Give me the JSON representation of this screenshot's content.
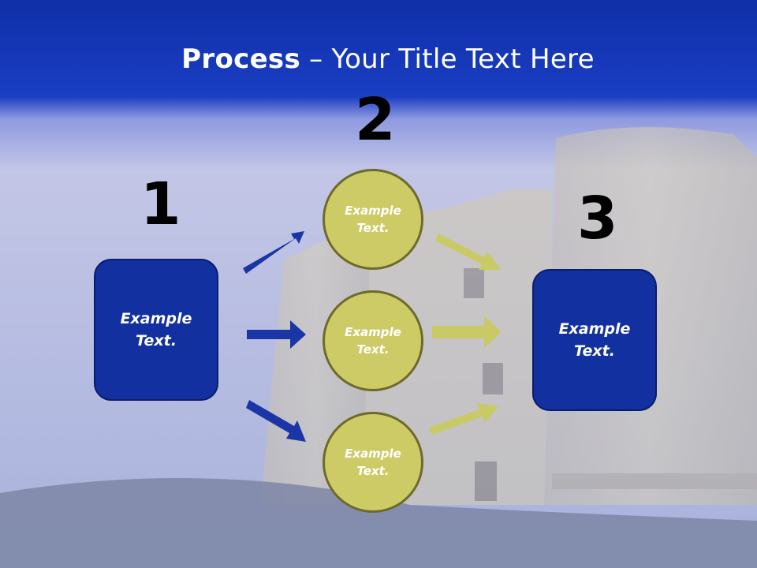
{
  "slide": {
    "title_bold": "Process",
    "title_rest": " – Your Title Text Here",
    "steps": [
      "1",
      "2",
      "3"
    ],
    "left_box_text": "Example\nText.",
    "right_box_text": "Example\nText.",
    "circles": [
      "Example\nText.",
      "Example\nText.",
      "Example\nText."
    ]
  },
  "colors": {
    "header_blue": "#1437b8",
    "box_blue": "#1230a0",
    "circle_fill": "#cccb66",
    "blue_arrow": "#1a36a6",
    "olive_arrow": "#c9ca66"
  }
}
